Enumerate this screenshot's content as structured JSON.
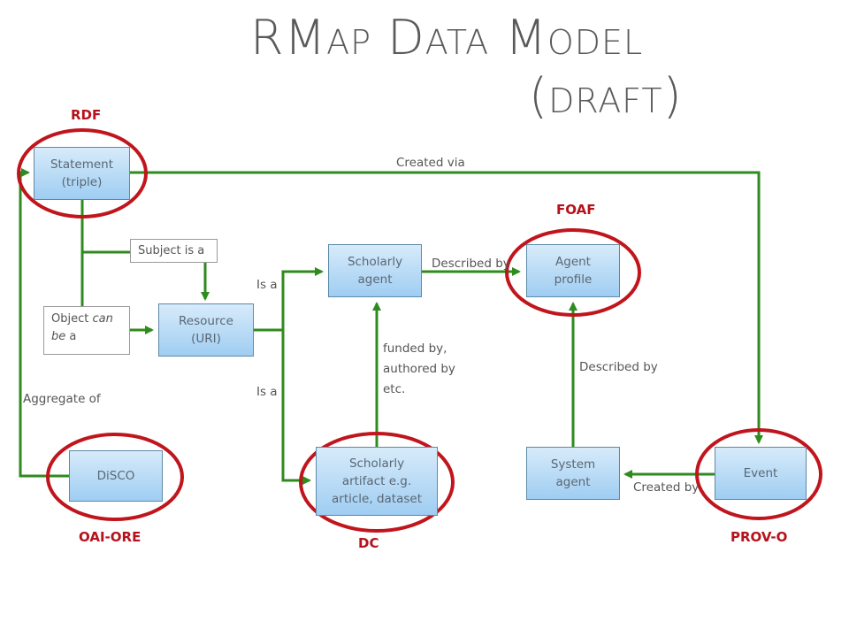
{
  "title": {
    "line1": "RMap Data Model",
    "line2": "(draft)"
  },
  "boxes": {
    "statement": {
      "line1": "Statement",
      "line2": "(triple)"
    },
    "resource": {
      "line1": "Resource",
      "line2": "(URI)"
    },
    "scholarly_agent": {
      "line1": "Scholarly",
      "line2": "agent"
    },
    "agent_profile": {
      "line1": "Agent",
      "line2": "profile"
    },
    "disco": {
      "text": "DiSCO"
    },
    "scholarly_artifact": {
      "line1": "Scholarly",
      "line2": "artifact e.g.",
      "line3": "article, dataset"
    },
    "system_agent": {
      "line1": "System",
      "line2": "agent"
    },
    "event": {
      "text": "Event"
    }
  },
  "notes": {
    "subject_is_a": "Subject is a",
    "object_can_be_a": {
      "part1": "Object ",
      "part2": "can",
      "part3": "be",
      "part4": " a"
    }
  },
  "edge_labels": {
    "created_via": "Created via",
    "described_by_top": "Described by",
    "is_a_top": "Is a",
    "is_a_bottom": "Is a",
    "funded_by": {
      "line1": "funded by,",
      "line2": "authored by",
      "line3": "etc."
    },
    "described_by_right": "Described by",
    "aggregate_of": "Aggregate of",
    "created_by": "Created by"
  },
  "standards": {
    "rdf": "RDF",
    "foaf": "FOAF",
    "oai_ore": "OAI-ORE",
    "dc": "DC",
    "prov_o": "PROV-O"
  },
  "colors": {
    "arrow": "#2e8b1e",
    "highlight": "#c0151d",
    "standard_label": "#b5121b",
    "title": "#5a5a5a",
    "box_border": "#5d8aa8"
  }
}
